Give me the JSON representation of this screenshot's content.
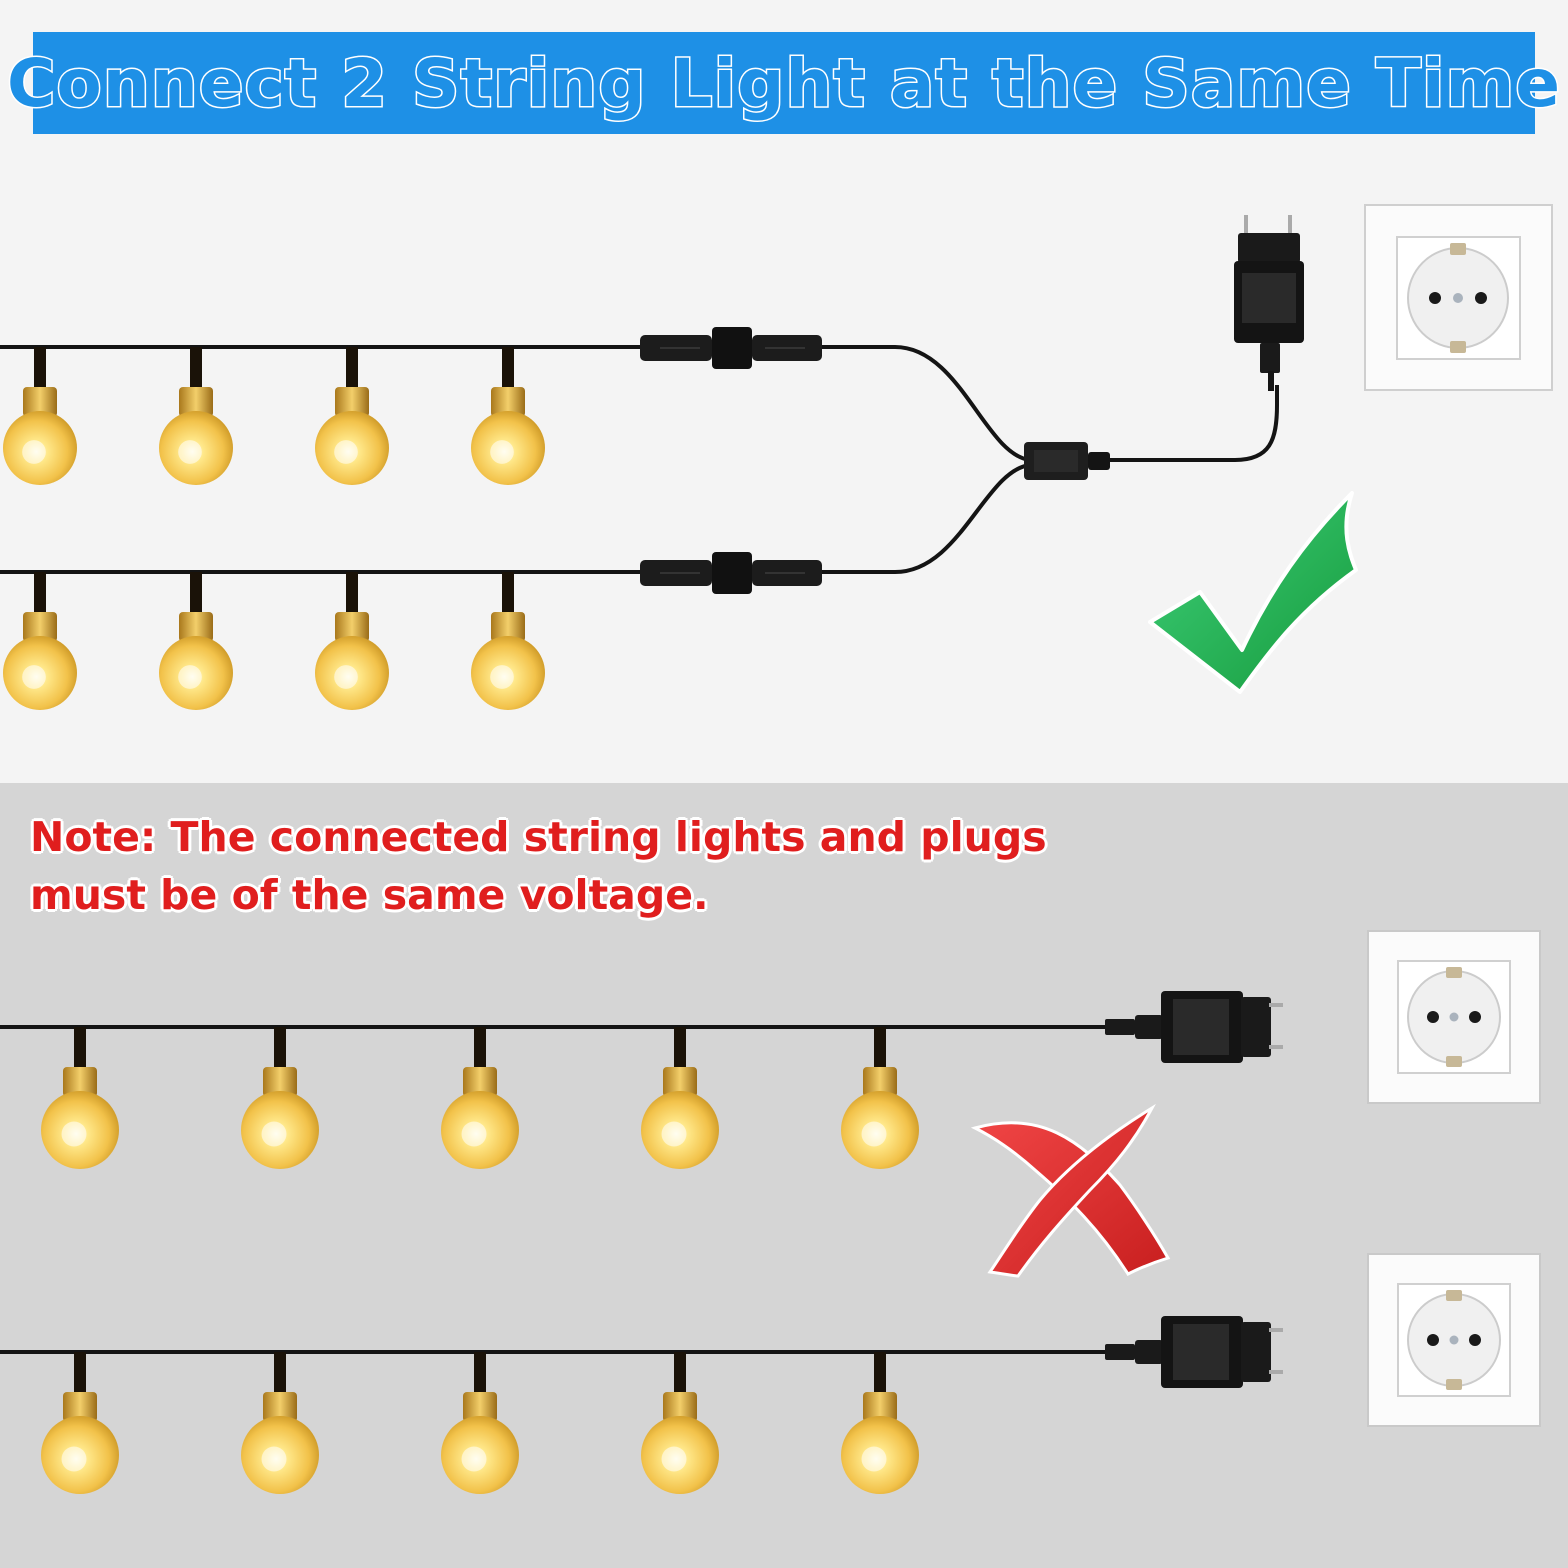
{
  "title": "Connect 2 String Light at the Same Time",
  "note": {
    "line1": "Note: The connected string lights and plugs",
    "line2": "must be of the same voltage."
  },
  "colors": {
    "banner": "#1e90e6",
    "top_background": "#f4f4f4",
    "bottom_background": "#d5d5d5",
    "note_text": "#e01e1e",
    "check_mark": "#22b24c",
    "cross_mark": "#e02b2b",
    "bulb": "#f4c84a",
    "cable": "#141414"
  },
  "icons": {
    "correct": "check-mark-icon",
    "incorrect": "cross-mark-icon",
    "socket": "wall-socket-icon",
    "adapter": "power-adapter-icon",
    "bulb": "globe-bulb-icon"
  },
  "rows": [
    {
      "section": "correct",
      "bulb_count": 4
    },
    {
      "section": "correct",
      "bulb_count": 4
    },
    {
      "section": "incorrect",
      "bulb_count": 5
    },
    {
      "section": "incorrect",
      "bulb_count": 5
    }
  ]
}
